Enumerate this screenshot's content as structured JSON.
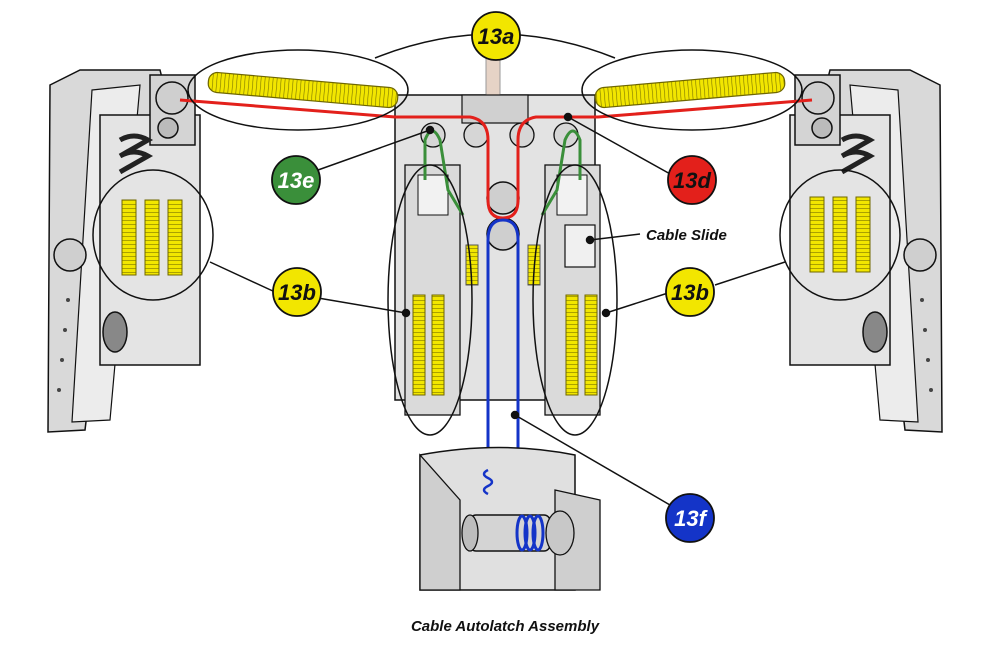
{
  "labels": {
    "a": "13a",
    "b_left": "13b",
    "b_right": "13b",
    "d": "13d",
    "e": "13e",
    "f": "13f"
  },
  "captions": {
    "cable_slide": "Cable Slide",
    "autolatch": "Cable Autolatch Assembly"
  },
  "colors": {
    "yellow": "#f2e600",
    "red": "#e3201b",
    "green": "#3a8f3a",
    "blue": "#1434c8",
    "outline": "#111111",
    "metal": "#d9d9d9"
  }
}
